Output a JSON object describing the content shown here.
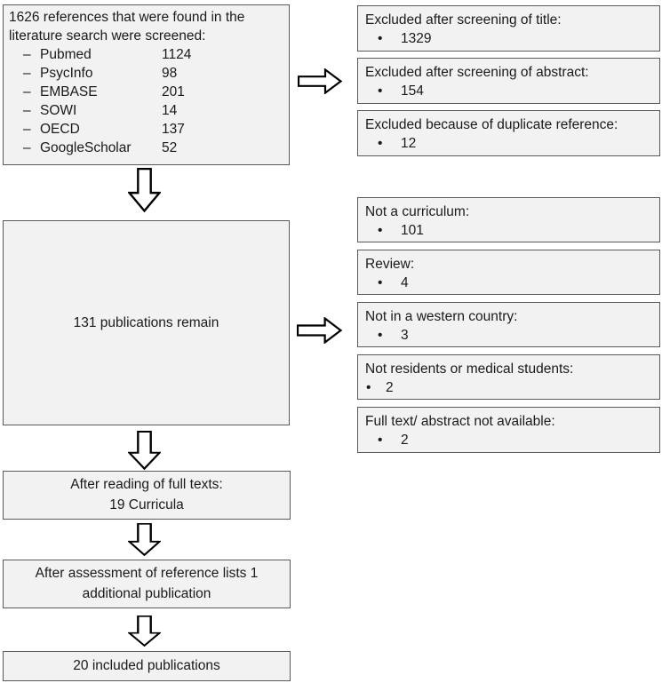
{
  "glyphs": {
    "dash": "–",
    "bullet": "•"
  },
  "colors": {
    "box_fill": "#f2f2f2",
    "box_border": "#595959",
    "text": "#1a1a1a",
    "arrow_fill": "#ffffff",
    "arrow_outline": "#000000"
  },
  "left_column": {
    "references": {
      "title_line1": "1626 references that were found in the",
      "title_line2": "literature search were screened:",
      "sources": [
        {
          "name": "Pubmed",
          "count": "1124"
        },
        {
          "name": "PsycInfo",
          "count": "98"
        },
        {
          "name": "EMBASE",
          "count": "201"
        },
        {
          "name": "SOWI",
          "count": "14"
        },
        {
          "name": "OECD",
          "count": "137"
        },
        {
          "name": "GoogleScholar",
          "count": "52"
        }
      ]
    },
    "remain": {
      "label": "131 publications remain"
    },
    "full_texts": {
      "line1": "After reading of full texts:",
      "line2": "19 Curricula"
    },
    "reference_lists": {
      "line1": "After assessment of reference lists 1",
      "line2": "additional publication"
    },
    "included": {
      "label": "20 included publications"
    }
  },
  "excluded_screening": [
    {
      "label": "Excluded after screening of title:",
      "count": "1329"
    },
    {
      "label": "Excluded after screening of abstract:",
      "count": "154"
    },
    {
      "label": "Excluded because of duplicate reference:",
      "count": "12"
    }
  ],
  "excluded_eligibility": [
    {
      "label": "Not a curriculum:",
      "count": "101"
    },
    {
      "label": "Review:",
      "count": "4"
    },
    {
      "label": "Not in a western country:",
      "count": "3"
    },
    {
      "label": "Not residents or medical students:",
      "count": "2"
    },
    {
      "label": "Full text/ abstract not available:",
      "count": "2"
    }
  ]
}
